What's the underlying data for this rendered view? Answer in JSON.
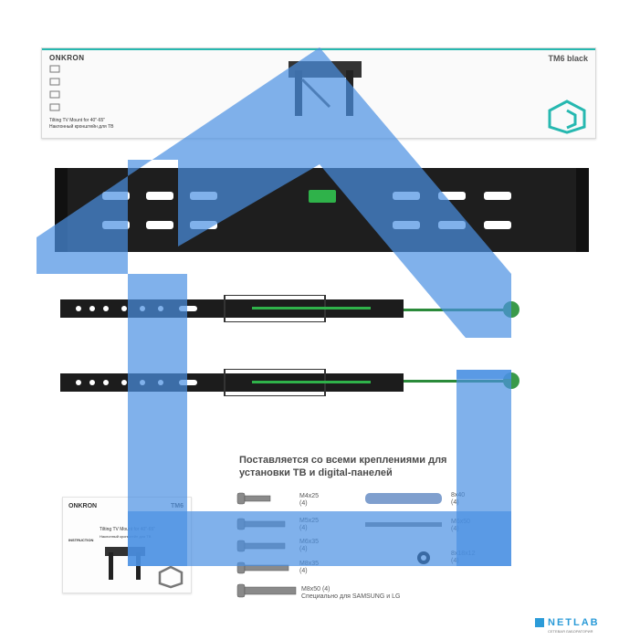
{
  "box": {
    "brand": "ONKRON",
    "model": "TM6 black",
    "product_line_en": "Tilting TV Mount for 40\"-65\"",
    "product_line_ru": "Наклонный кронштейн для ТВ"
  },
  "accessories": {
    "heading": "Поставляется со всеми креплениями для установки ТВ и digital-панелей",
    "screws": [
      {
        "name": "M4x25",
        "qty": "(4)"
      },
      {
        "name": "M5x25",
        "qty": "(4)"
      },
      {
        "name": "M6x35",
        "qty": "(4)"
      },
      {
        "name": "M8x35",
        "qty": "(4)"
      },
      {
        "name": "M8x50 (4)",
        "qty": "Специально для SAMSUNG и LG"
      }
    ],
    "anchors": [
      {
        "name": "8x40",
        "qty": "(4)"
      },
      {
        "name": "M6x50",
        "qty": "(4)"
      },
      {
        "name": "8x18x12",
        "qty": "(4)"
      }
    ]
  },
  "manual": {
    "brand": "ONKRON",
    "model": "TM6",
    "title": "INSTRUCTION",
    "line1": "Tilting TV Mount for 40\"-65\"",
    "line2": "Наклонный кронштейн для ТВ"
  },
  "watermark": {
    "brand": "NETLAB",
    "tagline": "СЕТЕВАЯ ЛАБОРАТОРИЯ"
  },
  "colors": {
    "overlay": "#4a90e2",
    "level": "#2fb24a",
    "box_accent": "#26b8b0"
  }
}
